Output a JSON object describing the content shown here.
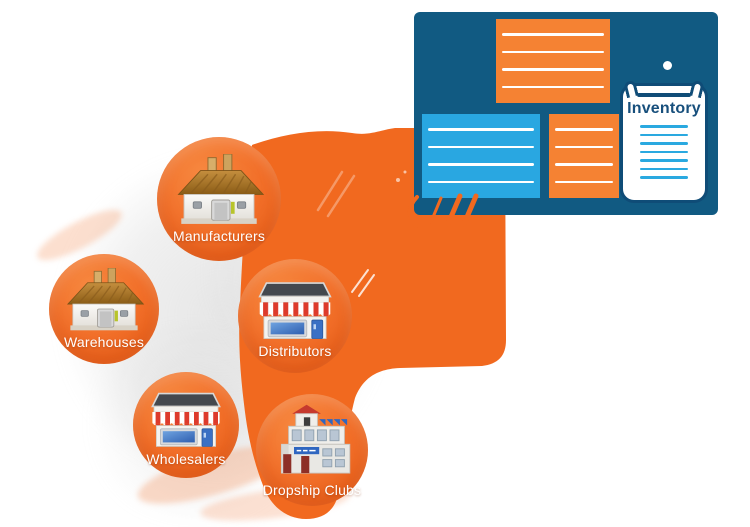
{
  "palette": {
    "circle_orange": "#f2702a",
    "swoosh_orange": "#f1691f",
    "monitor_navy": "#115a82",
    "panel_blue": "#29a7e1",
    "panel_orange": "#f58233",
    "clipboard_border": "#0f4c77",
    "clipboard_title_text": "#174f7c",
    "clipboard_line_blue": "#2aa9e0",
    "label_text": "#ffffff"
  },
  "diagram": {
    "nodes": [
      {
        "id": "manufacturers",
        "label": "Manufacturers",
        "icon": "factory-icon"
      },
      {
        "id": "warehouses",
        "label": "Warehouses",
        "icon": "factory-icon"
      },
      {
        "id": "distributors",
        "label": "Distributors",
        "icon": "storefront-icon"
      },
      {
        "id": "wholesalers",
        "label": "Wholesalers",
        "icon": "storefront-icon"
      },
      {
        "id": "dropship_clubs",
        "label": "Dropship Clubs",
        "icon": "office-building-icon"
      }
    ],
    "dashboard": {
      "clipboard_title": "Inventory",
      "panels": [
        {
          "id": "orange-list-top",
          "lines": 4
        },
        {
          "id": "blue-list",
          "lines": 4
        },
        {
          "id": "orange-list-small",
          "lines": 4
        }
      ],
      "clipboard_lines": 7
    }
  }
}
